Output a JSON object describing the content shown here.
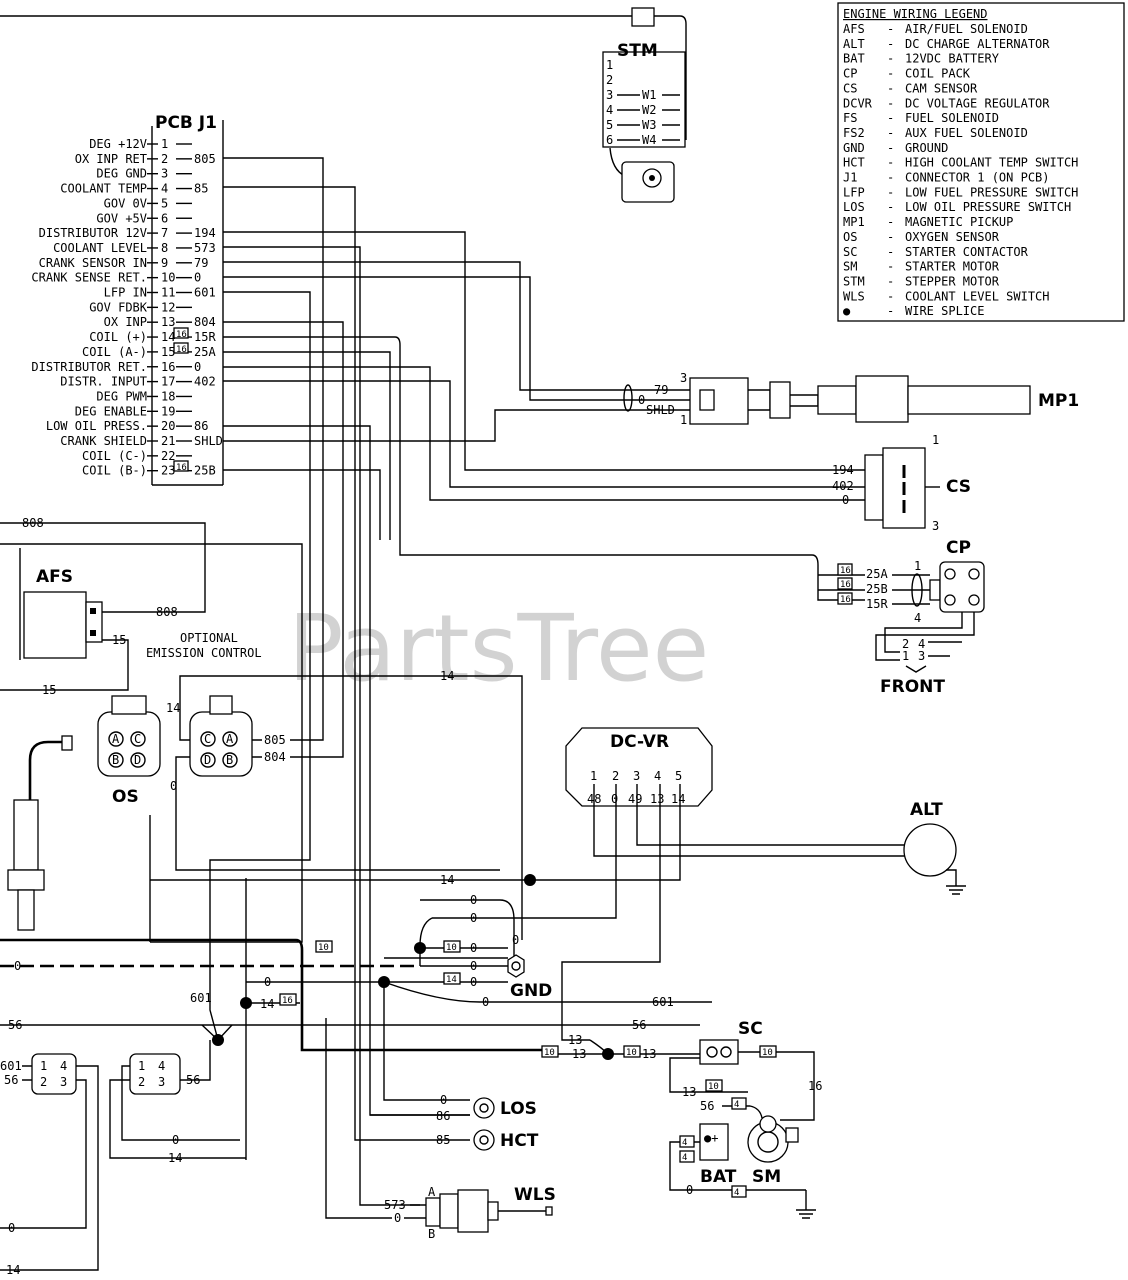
{
  "watermark": "PartsTree",
  "legend": {
    "title": "ENGINE WIRING LEGEND",
    "items": [
      {
        "code": "AFS",
        "desc": "AIR/FUEL SOLENOID"
      },
      {
        "code": "ALT",
        "desc": "DC CHARGE ALTERNATOR"
      },
      {
        "code": "BAT",
        "desc": "12VDC BATTERY"
      },
      {
        "code": "CP",
        "desc": "COIL PACK"
      },
      {
        "code": "CS",
        "desc": "CAM SENSOR"
      },
      {
        "code": "DCVR",
        "desc": "DC VOLTAGE REGULATOR"
      },
      {
        "code": "FS",
        "desc": "FUEL SOLENOID"
      },
      {
        "code": "FS2",
        "desc": "AUX FUEL SOLENOID"
      },
      {
        "code": "GND",
        "desc": "GROUND"
      },
      {
        "code": "HCT",
        "desc": "HIGH COOLANT TEMP SWITCH"
      },
      {
        "code": "J1",
        "desc": "CONNECTOR 1 (ON PCB)"
      },
      {
        "code": "LFP",
        "desc": "LOW FUEL PRESSURE SWITCH"
      },
      {
        "code": "LOS",
        "desc": "LOW OIL PRESSURE SWITCH"
      },
      {
        "code": "MP1",
        "desc": "MAGNETIC PICKUP"
      },
      {
        "code": "OS",
        "desc": "OXYGEN SENSOR"
      },
      {
        "code": "SC",
        "desc": "STARTER CONTACTOR"
      },
      {
        "code": "SM",
        "desc": "STARTER MOTOR"
      },
      {
        "code": "STM",
        "desc": "STEPPER MOTOR"
      },
      {
        "code": "WLS",
        "desc": "COOLANT LEVEL SWITCH"
      },
      {
        "code": "●",
        "desc": "WIRE SPLICE"
      }
    ]
  },
  "pcb": {
    "title": "PCB J1",
    "pins": [
      {
        "label": "DEG +12V",
        "num": "1",
        "wire": ""
      },
      {
        "label": "OX INP RET",
        "num": "2",
        "wire": "805"
      },
      {
        "label": "DEG GND",
        "num": "3",
        "wire": ""
      },
      {
        "label": "COOLANT TEMP",
        "num": "4",
        "wire": "85"
      },
      {
        "label": "GOV 0V",
        "num": "5",
        "wire": ""
      },
      {
        "label": "GOV +5V",
        "num": "6",
        "wire": ""
      },
      {
        "label": "DISTRIBUTOR 12V",
        "num": "7",
        "wire": "194"
      },
      {
        "label": "COOLANT LEVEL",
        "num": "8",
        "wire": "573"
      },
      {
        "label": "CRANK SENSOR IN",
        "num": "9",
        "wire": "79"
      },
      {
        "label": "CRANK SENSE RET.",
        "num": "10",
        "wire": "0"
      },
      {
        "label": "LFP IN",
        "num": "11",
        "wire": "601"
      },
      {
        "label": "GOV FDBK",
        "num": "12",
        "wire": ""
      },
      {
        "label": "OX INP",
        "num": "13",
        "wire": "804"
      },
      {
        "label": "COIL (+)",
        "num": "14",
        "wire": "15R"
      },
      {
        "label": "COIL (A-)",
        "num": "15",
        "wire": "25A"
      },
      {
        "label": "DISTRIBUTOR RET.",
        "num": "16",
        "wire": "0"
      },
      {
        "label": "DISTR. INPUT",
        "num": "17",
        "wire": "402"
      },
      {
        "label": "DEG PWM",
        "num": "18",
        "wire": ""
      },
      {
        "label": "DEG ENABLE",
        "num": "19",
        "wire": ""
      },
      {
        "label": "LOW OIL PRESS.",
        "num": "20",
        "wire": "86"
      },
      {
        "label": "CRANK SHIELD",
        "num": "21",
        "wire": "SHLD"
      },
      {
        "label": "COIL (C-)",
        "num": "22",
        "wire": ""
      },
      {
        "label": "COIL (B-)",
        "num": "23",
        "wire": "25B"
      }
    ]
  },
  "stm": {
    "title": "STM",
    "pins": [
      "1",
      "2",
      "3",
      "4",
      "5",
      "6"
    ],
    "wires": [
      "W1",
      "W2",
      "W3",
      "W4"
    ]
  },
  "mp1": {
    "title": "MP1",
    "pins": [
      "3",
      "1"
    ],
    "wires": [
      "79",
      "0",
      "SHLD"
    ]
  },
  "cs": {
    "title": "CS",
    "pins": [
      "1",
      "3"
    ],
    "wires": [
      "194",
      "402",
      "0"
    ]
  },
  "cp": {
    "title": "CP",
    "front": "FRONT",
    "pins": [
      "1",
      "4",
      "2",
      "1",
      "4",
      "3"
    ],
    "wires": [
      "25A",
      "25B",
      "15R"
    ],
    "gauge": "16"
  },
  "afs": {
    "title": "AFS",
    "wires": [
      "808",
      "808",
      "15",
      "15"
    ]
  },
  "emission": {
    "line1": "OPTIONAL",
    "line2": "EMISSION CONTROL"
  },
  "os": {
    "title": "OS",
    "pins": [
      "A",
      "C",
      "B",
      "D"
    ],
    "pins2": [
      "C",
      "A",
      "D",
      "B"
    ],
    "wires": [
      "805",
      "804",
      "14",
      "14",
      "0"
    ]
  },
  "dcvr": {
    "title": "DC-VR",
    "pins": [
      "1",
      "2",
      "3",
      "4",
      "5"
    ],
    "wires": [
      "48",
      "0",
      "49",
      "13",
      "14"
    ]
  },
  "alt": {
    "title": "ALT"
  },
  "gnd": {
    "title": "GND",
    "wires": [
      "0",
      "0",
      "0",
      "0",
      "0",
      "0",
      "0",
      "0",
      "0",
      "14",
      "14"
    ],
    "gauges": [
      "10",
      "10",
      "14",
      "16"
    ]
  },
  "sc": {
    "title": "SC",
    "wires": [
      "56",
      "13",
      "13",
      "13",
      "16",
      "13",
      "601",
      "56",
      "56"
    ],
    "gauges": [
      "10",
      "10",
      "10",
      "10"
    ]
  },
  "bat": {
    "title": "BAT",
    "wires": [
      "0",
      "4",
      "4",
      "4",
      "4"
    ]
  },
  "sm": {
    "title": "SM"
  },
  "los": {
    "title": "LOS",
    "wires": [
      "0",
      "86"
    ]
  },
  "hct": {
    "title": "HCT",
    "wires": [
      "85"
    ]
  },
  "wls": {
    "title": "WLS",
    "pins": [
      "A",
      "B"
    ],
    "wires": [
      "573",
      "0"
    ]
  },
  "left_conn": {
    "pins": [
      "1",
      "4",
      "2",
      "3"
    ],
    "wires": [
      "601",
      "56",
      "0",
      "14",
      "0",
      "14",
      "56"
    ]
  }
}
